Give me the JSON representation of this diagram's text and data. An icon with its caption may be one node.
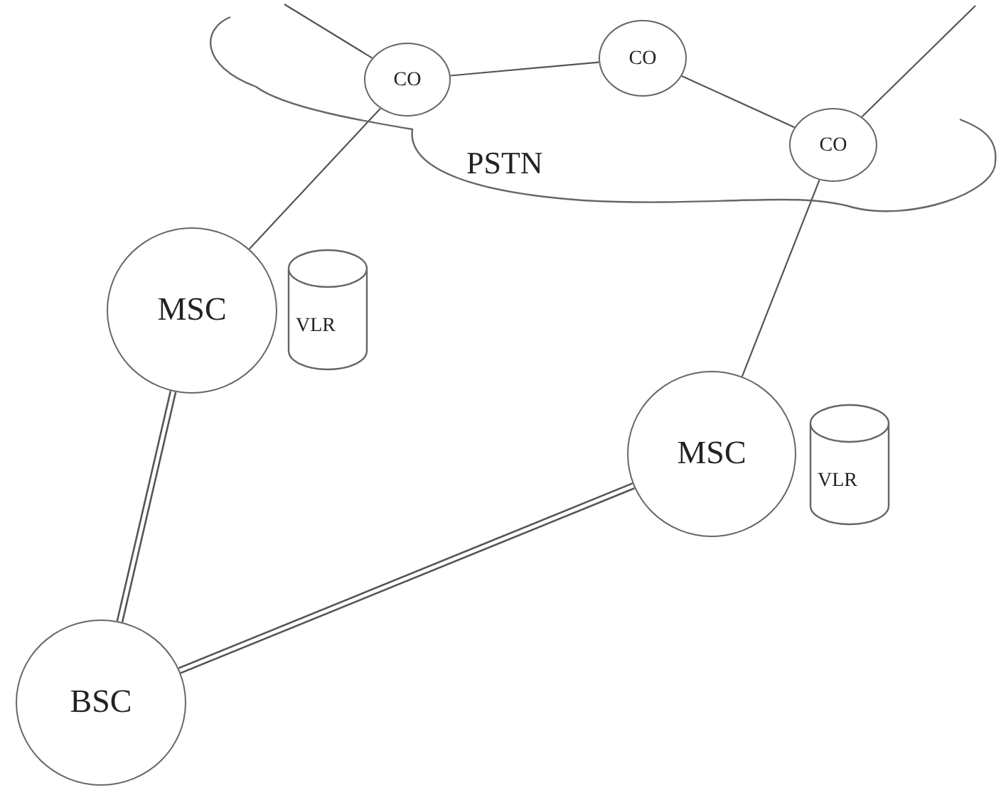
{
  "diagram": {
    "nodes": [
      {
        "text": [
          "PSTN"
        ]
      },
      {
        "text": [
          "CO"
        ],
        "in": 0
      },
      {
        "text": [
          "CO"
        ],
        "in": 0
      },
      {
        "text": [
          "CO"
        ],
        "in": 0
      },
      {
        "text": [
          "MSC"
        ]
      },
      {
        "text": [
          "VLR"
        ]
      },
      {
        "text": [
          "MSC"
        ]
      },
      {
        "text": [
          "VLR"
        ]
      },
      {
        "text": [
          "BSC"
        ]
      }
    ],
    "edges": [
      {
        "from": null,
        "to": 1,
        "arrow": "none"
      },
      {
        "from": 1,
        "to": 2,
        "arrow": "none"
      },
      {
        "from": 2,
        "to": 3,
        "arrow": "none"
      },
      {
        "from": 3,
        "to": null,
        "arrow": "none"
      },
      {
        "from": 1,
        "to": 4,
        "arrow": "none"
      },
      {
        "from": 3,
        "to": 6,
        "arrow": "none"
      },
      {
        "from": 4,
        "to": 8,
        "arrow": "none",
        "style": "thick"
      },
      {
        "from": 6,
        "to": 8,
        "arrow": "none",
        "style": "thick"
      }
    ]
  }
}
